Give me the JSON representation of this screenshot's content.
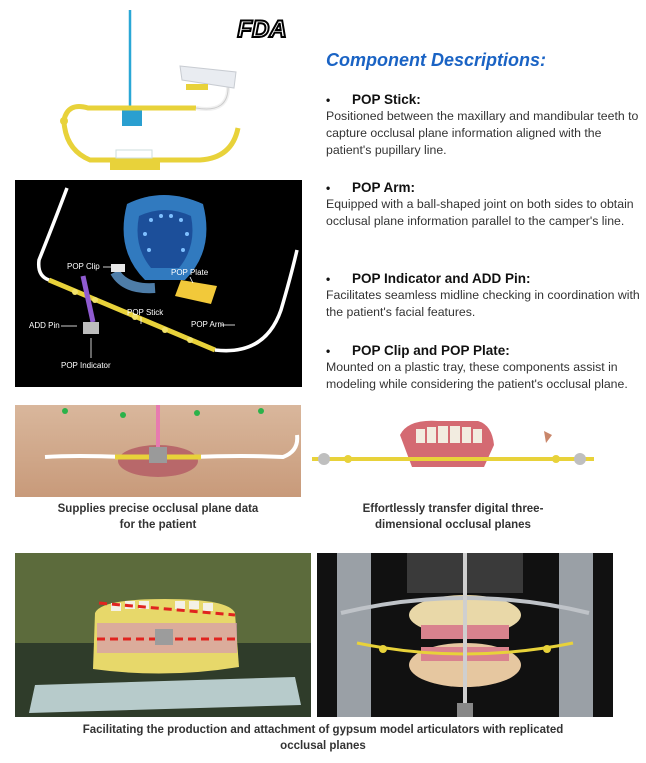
{
  "logo": {
    "text": "FDA",
    "icon": "fda-logo"
  },
  "descriptions": {
    "title": "Component Descriptions:",
    "items": [
      {
        "name": "POP Stick:",
        "body": "Positioned between the maxillary and mandibular teeth to capture occlusal plane information aligned with the patient's pupillary line."
      },
      {
        "name": "POP Arm:",
        "body": "Equipped with a ball-shaped joint on both sides to obtain occlusal plane information parallel to the camper's line."
      },
      {
        "name": "POP Indicator and ADD Pin:",
        "body": "Facilitates seamless midline checking in coordination with the patient's facial features."
      },
      {
        "name": "POP Clip and POP Plate:",
        "body": "Mounted on a plastic tray, these components assist in modeling while considering the patient's occlusal plane."
      }
    ]
  },
  "diagram_labels": {
    "pop_clip": "POP Clip",
    "pop_plate": "POP Plate",
    "pop_stick": "POP Stick",
    "pop_arm": "POP Arm",
    "add_pin": "ADD Pin",
    "pop_indicator": "POP Indicator"
  },
  "captions": {
    "face": [
      "Supplies precise occlusal plane data",
      "for the patient"
    ],
    "digital": [
      "Effortlessly transfer digital three-",
      "dimensional occlusal planes"
    ],
    "articulator": [
      "Facilitating the production and attachment of gypsum model articulators with replicated",
      "occlusal planes"
    ]
  },
  "colors": {
    "title_blue": "#1a63c4",
    "arm_yellow": "#e8d23a",
    "dashed_red": "#e0241f"
  }
}
